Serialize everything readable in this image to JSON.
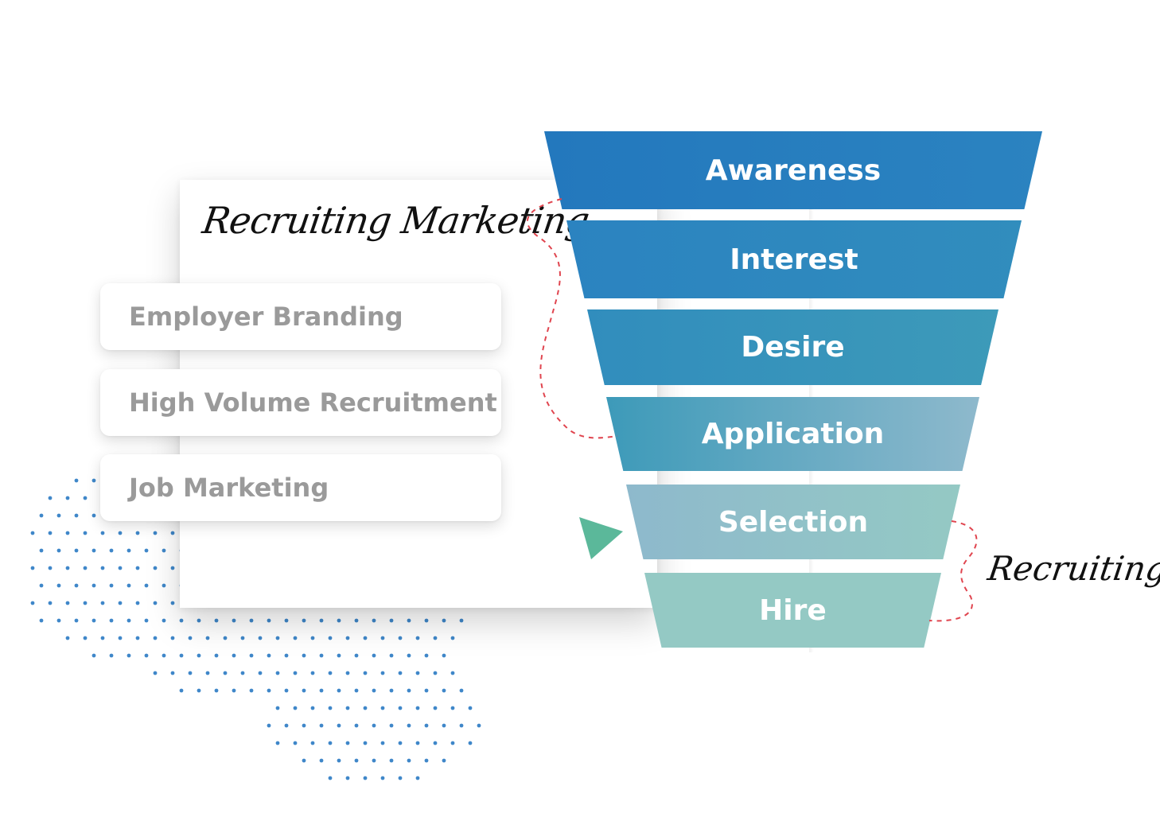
{
  "marketing": {
    "title": "Recruiting Marketing",
    "items": [
      "Employer Branding",
      "High Volume Recruitment",
      "Job Marketing"
    ]
  },
  "funnel": {
    "stages": [
      {
        "label": "Awareness",
        "color": "#2378bd"
      },
      {
        "label": "Interest",
        "color": "#2b83c0"
      },
      {
        "label": "Desire",
        "color": "#318dbd"
      },
      {
        "label": "Application",
        "color": "#3d9ab9"
      },
      {
        "label": "Selection",
        "color": "#8eb9cc"
      },
      {
        "label": "Hire",
        "color": "#94c9c4"
      }
    ]
  },
  "recruiting_label": "Recruiting",
  "colors": {
    "dots": "#3f87c9",
    "dashed_connector": "#e0454f",
    "arrow": "#5bb89a"
  }
}
